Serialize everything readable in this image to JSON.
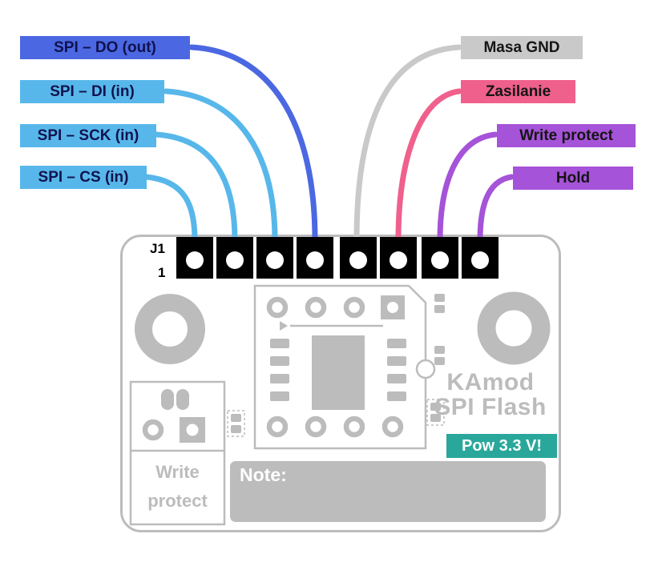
{
  "title": "KAmod SPI Flash pinout diagram",
  "pin_labels": {
    "left": [
      {
        "text": "SPI – DO (out)",
        "color": "#4b68e2",
        "text_color": "#10124e"
      },
      {
        "text": "SPI – DI (in)",
        "color": "#58b7ea",
        "text_color": "#10124e"
      },
      {
        "text": "SPI – SCK (in)",
        "color": "#58b7ea",
        "text_color": "#10124e"
      },
      {
        "text": "SPI – CS (in)",
        "color": "#58b7ea",
        "text_color": "#10124e"
      }
    ],
    "right": [
      {
        "text": "Masa GND",
        "color": "#c9c9c9",
        "text_color": "#151515"
      },
      {
        "text": "Zasilanie",
        "color": "#f0608d",
        "text_color": "#151515"
      },
      {
        "text": "Write protect",
        "color": "#a553d8",
        "text_color": "#151515"
      },
      {
        "text": "Hold",
        "color": "#a553d8",
        "text_color": "#151515"
      }
    ]
  },
  "board": {
    "connector": "J1",
    "pin_one": "1",
    "write_protect_label": "Write protect",
    "brand_line1": "KAmod",
    "brand_line2": "SPI Flash",
    "power_badge": "Pow 3.3 V!",
    "note_label": "Note:",
    "silkscreen_color": "#bcbcbc",
    "badge_color": "#2aa79b",
    "pad_color": "#000000"
  }
}
